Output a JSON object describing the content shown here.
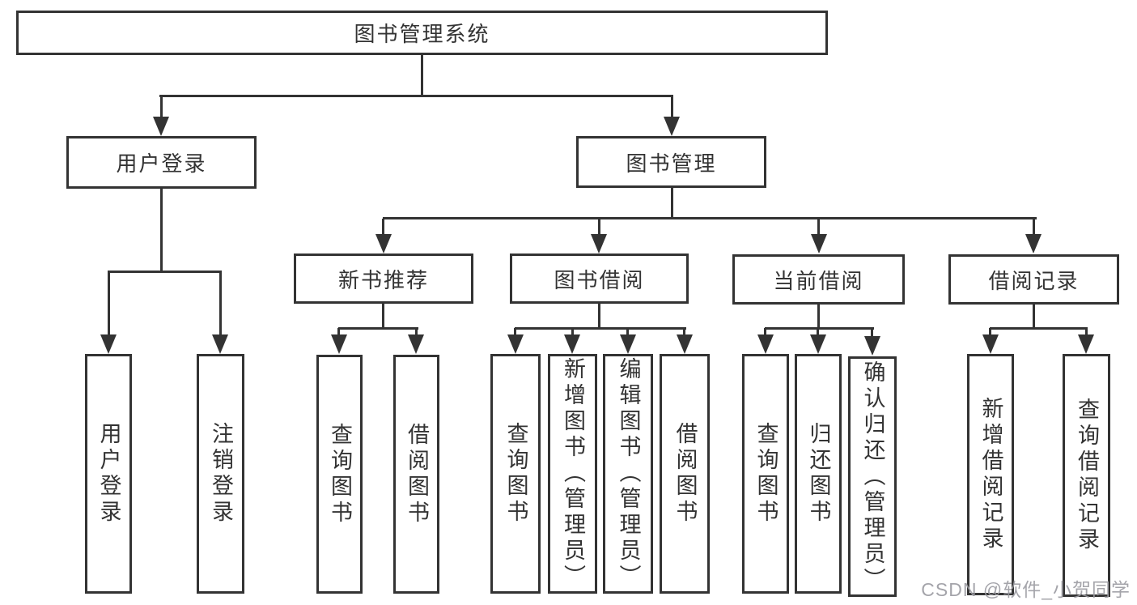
{
  "diagram": {
    "type": "hierarchy-flowchart",
    "line_color": "#333333",
    "text_color": "#333333",
    "background_color": "#ffffff",
    "arrow_style": "filled-triangle-down",
    "tree": {
      "root": {
        "label": "图书管理系统",
        "children": [
          {
            "label": "用户登录",
            "children": [
              {
                "label": "用户登录"
              },
              {
                "label": "注销登录"
              }
            ]
          },
          {
            "label": "图书管理",
            "children": [
              {
                "label": "新书推荐",
                "children": [
                  {
                    "label": "查询图书"
                  },
                  {
                    "label": "借阅图书"
                  }
                ]
              },
              {
                "label": "图书借阅",
                "children": [
                  {
                    "label": "查询图书"
                  },
                  {
                    "label": "新增图书（管理员）"
                  },
                  {
                    "label": "编辑图书（管理员）"
                  },
                  {
                    "label": "借阅图书"
                  }
                ]
              },
              {
                "label": "当前借阅",
                "children": [
                  {
                    "label": "查询图书"
                  },
                  {
                    "label": "归还图书"
                  },
                  {
                    "label": "确认归还（管理员）"
                  }
                ]
              },
              {
                "label": "借阅记录",
                "children": [
                  {
                    "label": "新增借阅记录"
                  },
                  {
                    "label": "查询借阅记录"
                  }
                ]
              }
            ]
          }
        ]
      }
    }
  },
  "watermark": {
    "text": "CSDN @软件_小贺同学",
    "color": "#9b9ba1"
  }
}
